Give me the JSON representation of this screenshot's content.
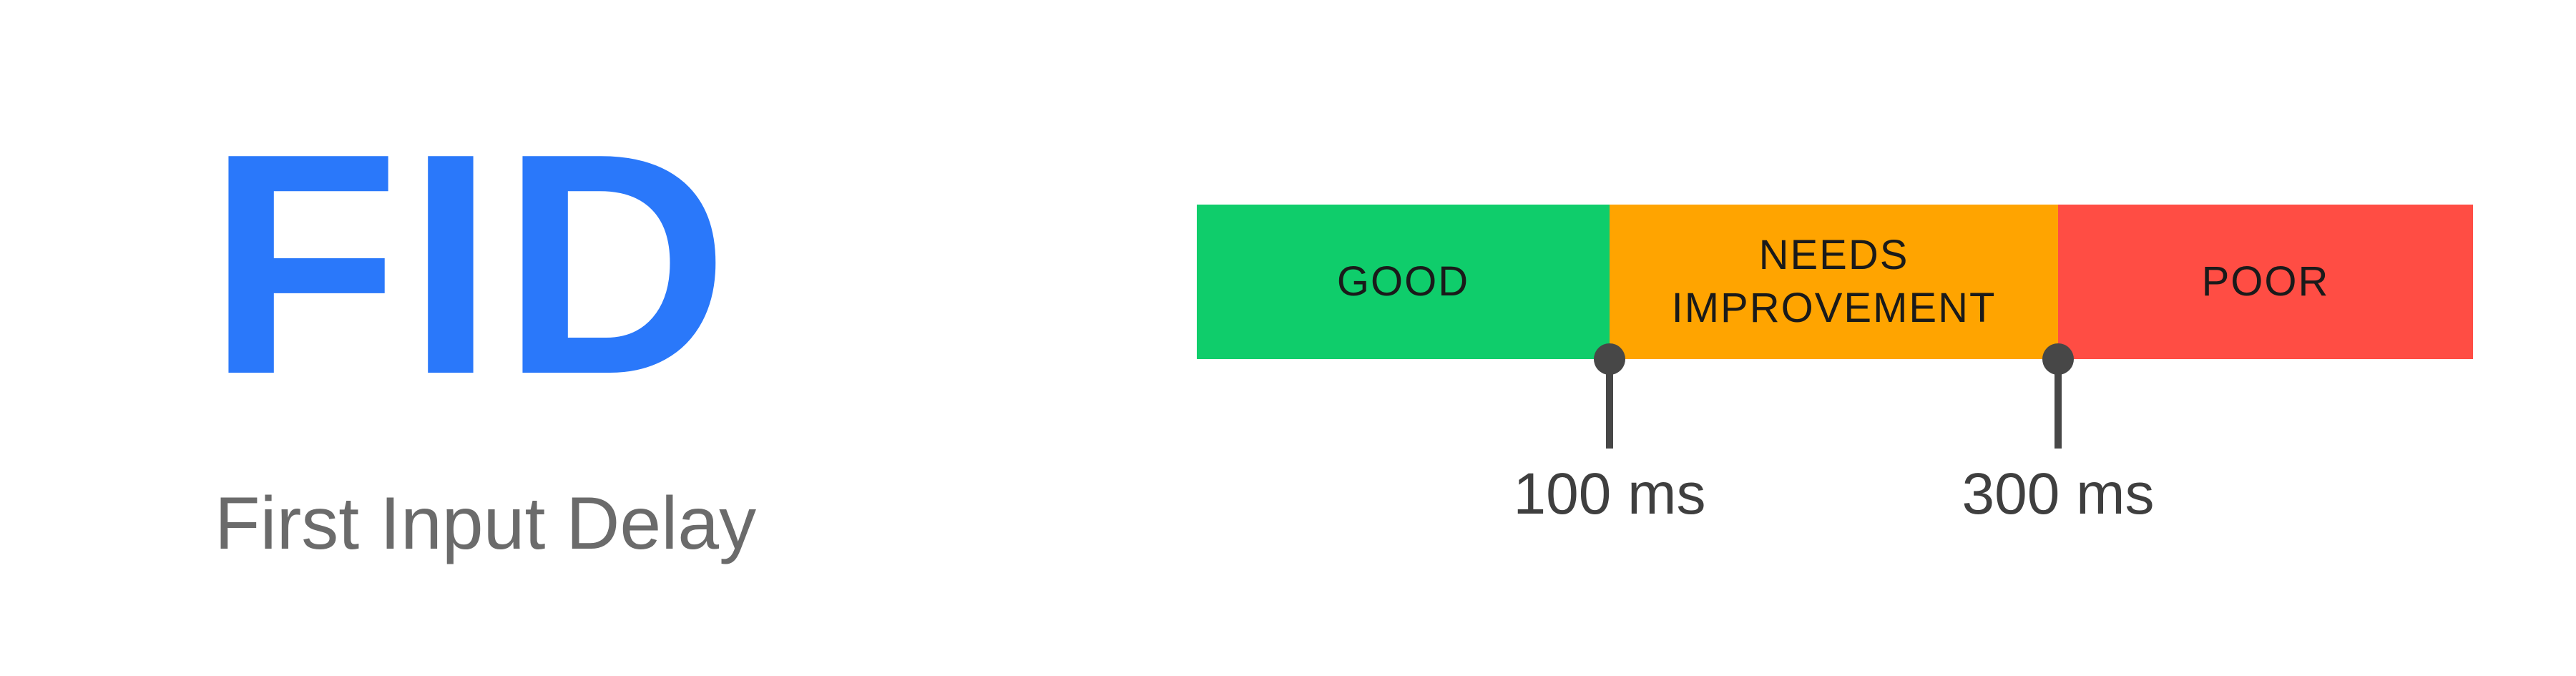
{
  "metric": {
    "acronym": "FID",
    "name": "First Input Delay"
  },
  "scale": {
    "segments": [
      {
        "label_lines": [
          "GOOD"
        ],
        "color": "#0fcd6b"
      },
      {
        "label_lines": [
          "NEEDS",
          "IMPROVEMENT"
        ],
        "color": "#ffa400"
      },
      {
        "label_lines": [
          "POOR"
        ],
        "color": "#ff4d44"
      }
    ],
    "thresholds": [
      {
        "label": "100 ms"
      },
      {
        "label": "300 ms"
      }
    ]
  },
  "colors": {
    "accent": "#2a78fa",
    "subtitle": "#6b6b6b",
    "marker": "#474747"
  }
}
